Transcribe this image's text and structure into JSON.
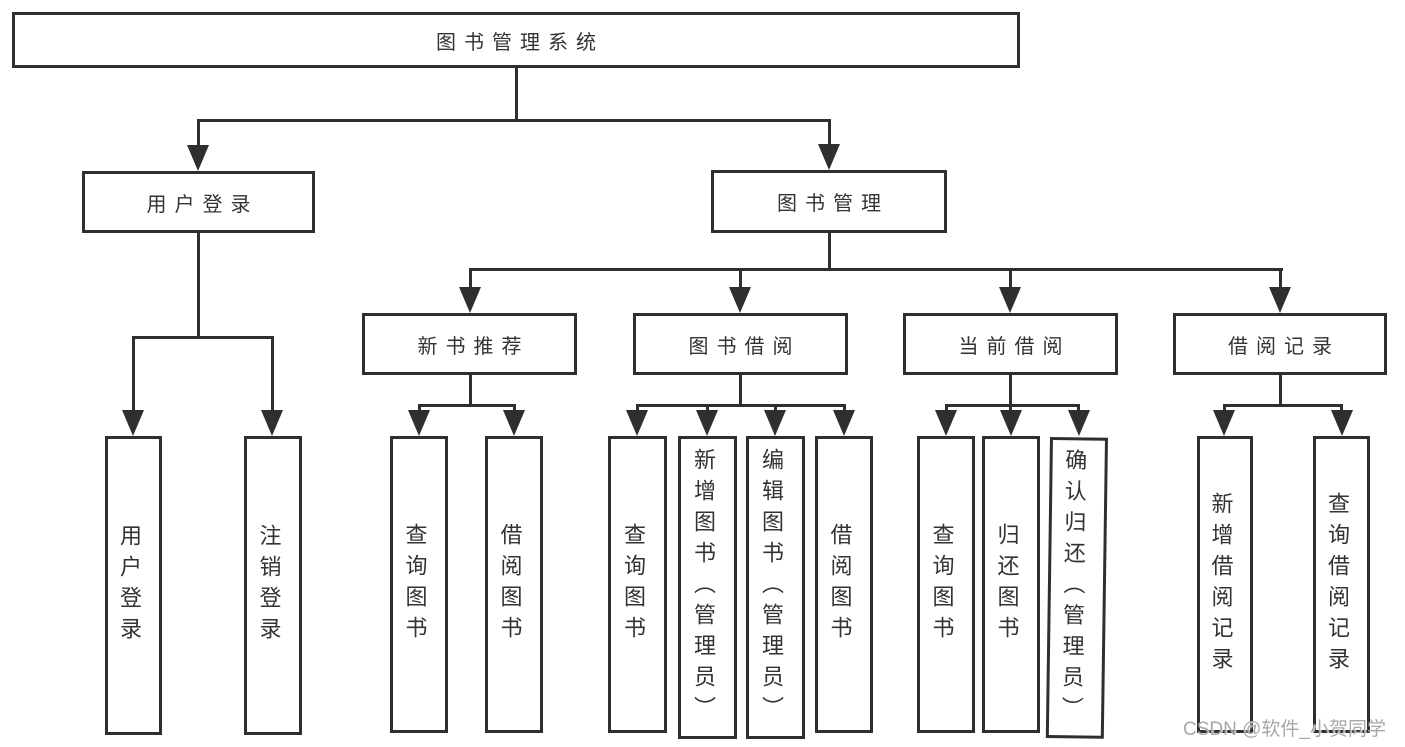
{
  "diagram": {
    "root": "图书管理系统",
    "branches": {
      "user_login": {
        "label": "用户登录",
        "children": [
          "用户登录",
          "注销登录"
        ]
      },
      "book_mgmt": {
        "label": "图书管理"
      },
      "new_books": {
        "label": "新书推荐",
        "children": [
          "查询图书",
          "借阅图书"
        ]
      },
      "borrowing": {
        "label": "图书借阅",
        "children": [
          "查询图书",
          "新增图书（管理员）",
          "编辑图书（管理员）",
          "借阅图书"
        ]
      },
      "current": {
        "label": "当前借阅",
        "children": [
          "查询图书",
          "归还图书",
          "确认归还（管理员）"
        ]
      },
      "records": {
        "label": "借阅记录",
        "children": [
          "新增借阅记录",
          "查询借阅记录"
        ]
      }
    }
  },
  "watermark": "CSDN @软件_小贺同学",
  "colors": {
    "line": "#2f2f2f",
    "text": "#333333",
    "watermark": "#a8a8a8",
    "background": "#ffffff"
  }
}
